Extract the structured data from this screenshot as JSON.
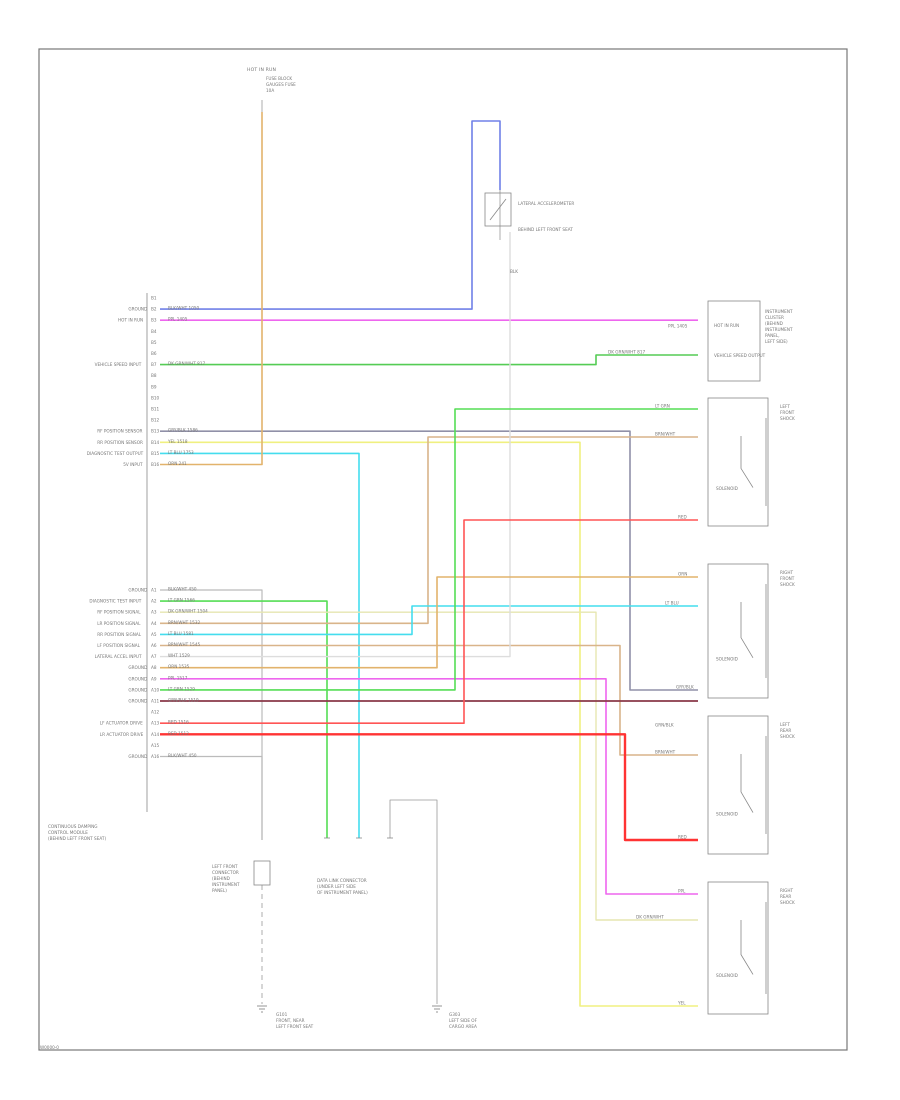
{
  "diagram": {
    "ignition": {
      "title": "HOT IN RUN",
      "lines": [
        "FUSE BLOCK",
        "GAUGES FUSE",
        "10A"
      ]
    },
    "lateral_accel": {
      "label": "LATERAL ACCELEROMETER",
      "sub": "BEHIND LEFT FRONT SEAT",
      "wire": "BLK"
    },
    "module": {
      "label": "CONTINUOUS DAMPING CONTROL MODULE",
      "sub": "BEHIND LEFT FRONT SEAT",
      "lines": [
        "CONTINUOUS DAMPING",
        "CONTROL MODULE",
        "(BEHIND LEFT FRONT SEAT)"
      ],
      "pins_top": [
        {
          "pin": "B1",
          "func": "",
          "wire": "",
          "color": ""
        },
        {
          "pin": "B2",
          "func": "GROUND",
          "wire": "BLK/WHT  1050",
          "color": "#6d82e8"
        },
        {
          "pin": "B3",
          "func": "HOT IN RUN",
          "wire": "PPL  1405",
          "color": "#ee66ee"
        },
        {
          "pin": "B4",
          "func": "",
          "wire": "",
          "color": ""
        },
        {
          "pin": "B5",
          "func": "",
          "wire": "",
          "color": ""
        },
        {
          "pin": "B6",
          "func": "",
          "wire": "",
          "color": ""
        },
        {
          "pin": "B7",
          "func": "VEHICLE SPEED INPUT",
          "wire": "DK GRN/WHT  817",
          "color": "#55cc55"
        },
        {
          "pin": "B8",
          "func": "",
          "wire": "",
          "color": ""
        },
        {
          "pin": "B9",
          "func": "",
          "wire": "",
          "color": ""
        },
        {
          "pin": "B10",
          "func": "",
          "wire": "",
          "color": ""
        },
        {
          "pin": "B11",
          "func": "",
          "wire": "",
          "color": ""
        },
        {
          "pin": "B12",
          "func": "",
          "wire": "",
          "color": ""
        },
        {
          "pin": "B13",
          "func": "RF POSITION SENSOR",
          "wire": "GRY/BLK  1586",
          "color": "#9090a8"
        },
        {
          "pin": "B14",
          "func": "RR POSITION SENSOR",
          "wire": "YEL  1518",
          "color": "#e8e870"
        },
        {
          "pin": "B15",
          "func": "DIAGNOSTIC TEST OUTPUT",
          "wire": "LT BLU  1753",
          "color": "#44ddee"
        },
        {
          "pin": "B16",
          "func": "5V INPUT",
          "wire": "ORN  241",
          "color": "#e2b36c"
        }
      ],
      "pins_bottom": [
        {
          "pin": "A1",
          "func": "GROUND",
          "wire": "BLK/WHT  450",
          "color": "#bbbbbb"
        },
        {
          "pin": "A2",
          "func": "DIAGNOSTIC TEST INPUT",
          "wire": "LT GRN  1566",
          "color": "#55dd55"
        },
        {
          "pin": "A3",
          "func": "RF POSITION SIGNAL",
          "wire": "DK GRN/WHT  1504",
          "color": "#f2f2c8"
        },
        {
          "pin": "A4",
          "func": "LR POSITION SIGNAL",
          "wire": "BRN/WHT  1532",
          "color": "#d9b48a"
        },
        {
          "pin": "A5",
          "func": "RR POSITION SIGNAL",
          "wire": "LT BLU  1581",
          "color": "#44ddee"
        },
        {
          "pin": "A6",
          "func": "LF POSITION SIGNAL",
          "wire": "BRN/WHT  1545",
          "color": "#d9b48a"
        },
        {
          "pin": "A7",
          "func": "LATERAL ACCEL INPUT",
          "wire": "WHT  1529",
          "color": "#dddddd"
        },
        {
          "pin": "A8",
          "func": "GROUND",
          "wire": "ORN  1535",
          "color": "#e2b36c"
        },
        {
          "pin": "A9",
          "func": "GROUND",
          "wire": "PPL  1517",
          "color": "#ee66ee"
        },
        {
          "pin": "A10",
          "func": "GROUND",
          "wire": "LT GRN  1529",
          "color": "#55dd55"
        },
        {
          "pin": "A11",
          "func": "GROUND",
          "wire": "GRN/BLK  1519",
          "color": "#7a2a3a"
        },
        {
          "pin": "A12",
          "func": "",
          "wire": "",
          "color": ""
        },
        {
          "pin": "A13",
          "func": "LF ACTUATOR DRIVE",
          "wire": "RED  1516",
          "color": "#ff5555"
        },
        {
          "pin": "A14",
          "func": "LR ACTUATOR DRIVE",
          "wire": "RED  1512",
          "color": "#ff5555"
        },
        {
          "pin": "A15",
          "func": "",
          "wire": "",
          "color": ""
        },
        {
          "pin": "A16",
          "func": "GROUND",
          "wire": "BLK/WHT  450",
          "color": "#bbbbbb"
        }
      ]
    },
    "right_top": {
      "label": "INSTRUMENT CLUSTER",
      "lines": [
        "INSTRUMENT",
        "CLUSTER",
        "(BEHIND",
        "INSTRUMENT",
        "PANEL,",
        "LEFT SIDE)"
      ],
      "rows": [
        {
          "text": "HOT IN RUN",
          "wire": "PPL  1405"
        },
        {
          "text": "VEHICLE SPEED OUTPUT",
          "wire": "DK GRN/WHT  817"
        }
      ]
    },
    "dampers": [
      {
        "name": "LEFT FRONT SHOCK",
        "lines": [
          "LEFT",
          "FRONT",
          "SHOCK"
        ],
        "inner": "SOLENOID",
        "wires": [
          "LT GRN",
          "BRN/WHT",
          "RED"
        ]
      },
      {
        "name": "RIGHT FRONT SHOCK",
        "lines": [
          "RIGHT",
          "FRONT",
          "SHOCK"
        ],
        "inner": "SOLENOID",
        "wires": [
          "ORN",
          "LT BLU",
          "GRY/BLK"
        ]
      },
      {
        "name": "LEFT REAR SHOCK",
        "lines": [
          "LEFT",
          "REAR",
          "SHOCK"
        ],
        "inner": "SOLENOID",
        "wires": [
          "GRN/BLK",
          "BRN/WHT",
          "RED"
        ]
      },
      {
        "name": "RIGHT REAR SHOCK",
        "lines": [
          "RIGHT",
          "REAR",
          "SHOCK"
        ],
        "inner": "SOLENOID",
        "wires": [
          "PPL",
          "DK GRN/WHT",
          "YEL"
        ]
      }
    ],
    "bottom_labels": {
      "left_title": "CONTINUOUS DAMPING CONTROL MODULE (BEHIND LEFT FRONT SEAT)",
      "left_lines": [
        "CONTINUOUS DAMPING",
        "CONTROL MODULE",
        "(BEHIND LEFT FRONT SEAT)"
      ],
      "diag": [
        "LEFT FRONT",
        "CONNECTOR",
        "(BEHIND",
        "INSTRUMENT",
        "PANEL)"
      ],
      "dlc": [
        "DATA LINK CONNECTOR",
        "(UNDER LEFT SIDE",
        "OF INSTRUMENT PANEL)"
      ],
      "g1": [
        "G101",
        "FRONT, NEAR",
        "LEFT FRONT SEAT"
      ],
      "g2": [
        "G303",
        "LEFT SIDE OF",
        "CARGO AREA"
      ]
    },
    "footer": "W0000-0"
  }
}
